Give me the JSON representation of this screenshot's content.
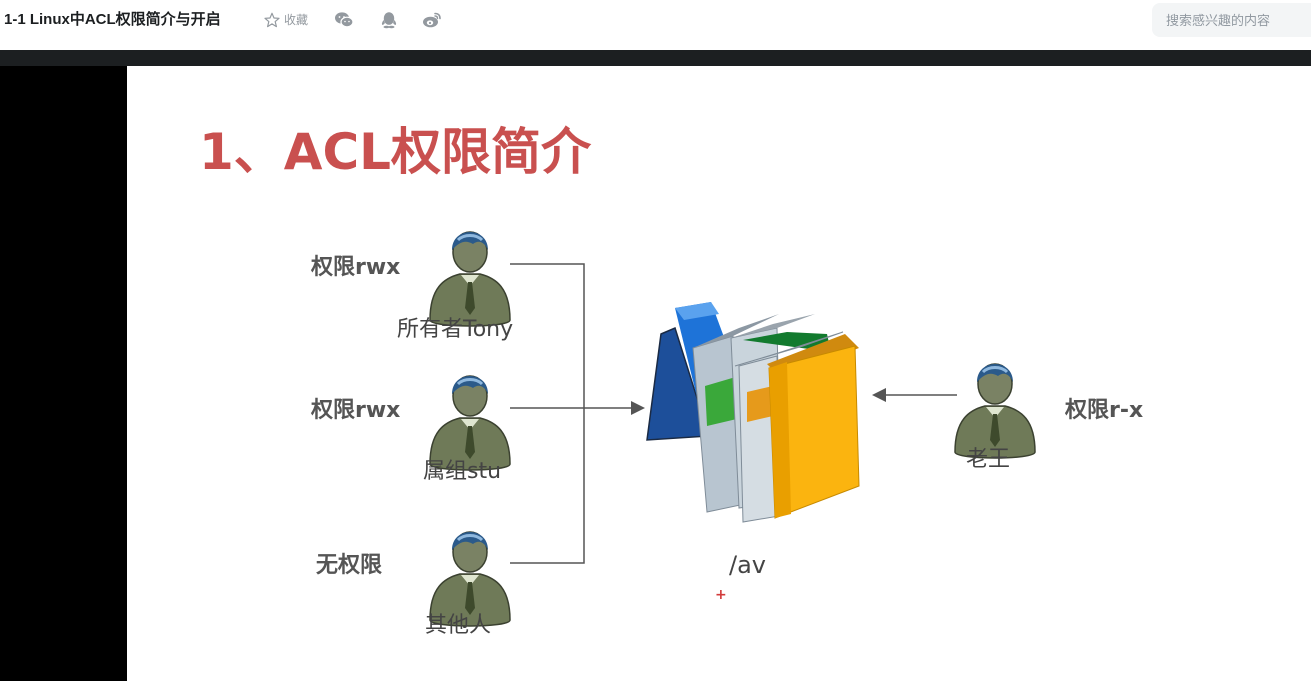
{
  "header": {
    "course_title": "1-1 Linux中ACL权限简介与开启",
    "favorite_label": "收藏",
    "share_icons": [
      "wechat-icon",
      "qq-icon",
      "weibo-icon"
    ],
    "search": {
      "placeholder": "搜索感兴趣的内容"
    }
  },
  "slide": {
    "title": "1、ACL权限简介",
    "title_color": "#c9504f",
    "users": [
      {
        "permission": "权限rwx",
        "name": "所有者Tony"
      },
      {
        "permission": "权限rwx",
        "name": "属组stu"
      },
      {
        "permission": "无权限",
        "name": "其他人"
      }
    ],
    "other_user": {
      "permission": "权限r-x",
      "name": "老王"
    },
    "directory": "/av",
    "marker": "+"
  },
  "colors": {
    "book_blue": "#1e73d8",
    "book_green": "#3a9a3a",
    "book_yellow": "#fbb40f",
    "person_body": "#6f7a58",
    "person_hair": "#2b5a8a"
  }
}
